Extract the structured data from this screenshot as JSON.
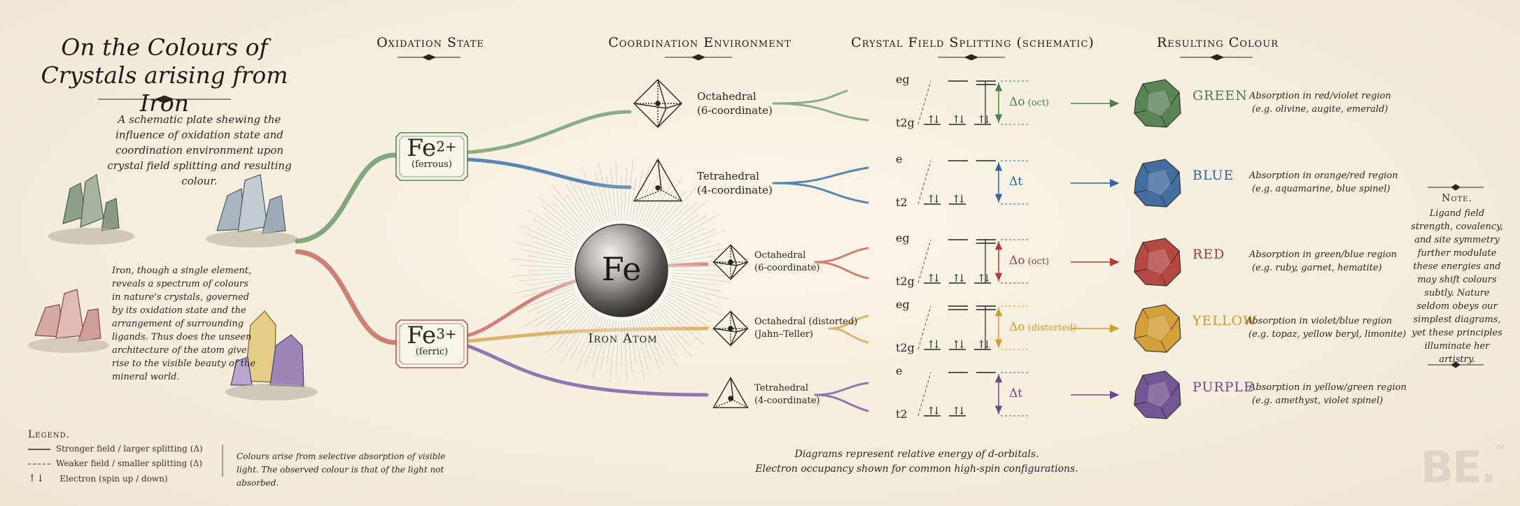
{
  "title": "On the Colours of Crystals arising from Iron",
  "subtitle": "A schematic plate shewing the influence of oxidation state and coordination environment upon crystal field splitting and resulting colour.",
  "column_headers": {
    "oxidation": "Oxidation State",
    "coordination": "Coordination Environment",
    "splitting": "Crystal Field Splitting (schematic)",
    "colour": "Resulting Colour"
  },
  "description": "Iron, though a single element, reveals a spectrum of colours in nature's crystals, governed by its oxidation state and the arrangement of surrounding ligands. Thus does the unseen architecture of the atom give rise to the visible beauty of the mineral world.",
  "atom": {
    "symbol": "Fe",
    "label": "Iron Atom"
  },
  "states": [
    {
      "base": "Fe",
      "charge": "2+",
      "name": "(ferrous)"
    },
    {
      "base": "Fe",
      "charge": "3+",
      "name": "(ferric)"
    }
  ],
  "rows": [
    {
      "coord1": "Octahedral",
      "coord2": "(6-coordinate)",
      "upper": "eg",
      "lower": "t2g",
      "delta": "Δo",
      "delta_note": "(oct)",
      "colour": "GREEN",
      "colour_hex": "#4f7d4c",
      "absorb1": "Absorption in red/violet region",
      "absorb2": "(e.g. olivine, augite, emerald)"
    },
    {
      "coord1": "Tetrahedral",
      "coord2": "(4-coordinate)",
      "upper": "e",
      "lower": "t2",
      "delta": "Δt",
      "delta_note": "",
      "colour": "BLUE",
      "colour_hex": "#34649a",
      "absorb1": "Absorption in orange/red region",
      "absorb2": "(e.g. aquamarine, blue spinel)"
    },
    {
      "coord1": "Octahedral",
      "coord2": "(6-coordinate)",
      "upper": "eg",
      "lower": "t2g",
      "delta": "Δo",
      "delta_note": "(oct)",
      "colour": "RED",
      "colour_hex": "#b03a36",
      "absorb1": "Absorption in green/blue region",
      "absorb2": "(e.g. ruby, garnet, hematite)"
    },
    {
      "coord1": "Octahedral (distorted)",
      "coord2": "(Jahn–Teller)",
      "upper": "eg",
      "lower": "t2g",
      "delta": "Δo",
      "delta_note": "(distorted)",
      "colour": "YELLOW",
      "colour_hex": "#d49a2a",
      "absorb1": "Absorption in violet/blue region",
      "absorb2": "(e.g. topaz, yellow beryl, limonite)"
    },
    {
      "coord1": "Tetrahedral",
      "coord2": "(4-coordinate)",
      "upper": "e",
      "lower": "t2",
      "delta": "Δt",
      "delta_note": "",
      "colour": "PURPLE",
      "colour_hex": "#6a4a8e",
      "absorb1": "Absorption in yellow/green region",
      "absorb2": "(e.g. amethyst, violet spinel)"
    }
  ],
  "note": {
    "title": "Note.",
    "text": "Ligand field strength, covalency, and site symmetry further modulate these energies and may shift colours subtly. Nature seldom obeys our simplest diagrams, yet these principles illuminate her artistry."
  },
  "legend": {
    "title": "Legend.",
    "items": [
      "Stronger field / larger splitting (Δ)",
      "Weaker field / smaller splitting (Δ)",
      "Electron (spin up / down)"
    ],
    "remark": "Colours arise from selective absorption of visible light. The observed colour is that of the light not absorbed."
  },
  "footnote": {
    "line1": "Diagrams represent relative energy of d-orbitals.",
    "line2": "Electron occupancy shown for common high-spin configurations."
  },
  "watermark": "BE.",
  "watermark_tm": "TM"
}
